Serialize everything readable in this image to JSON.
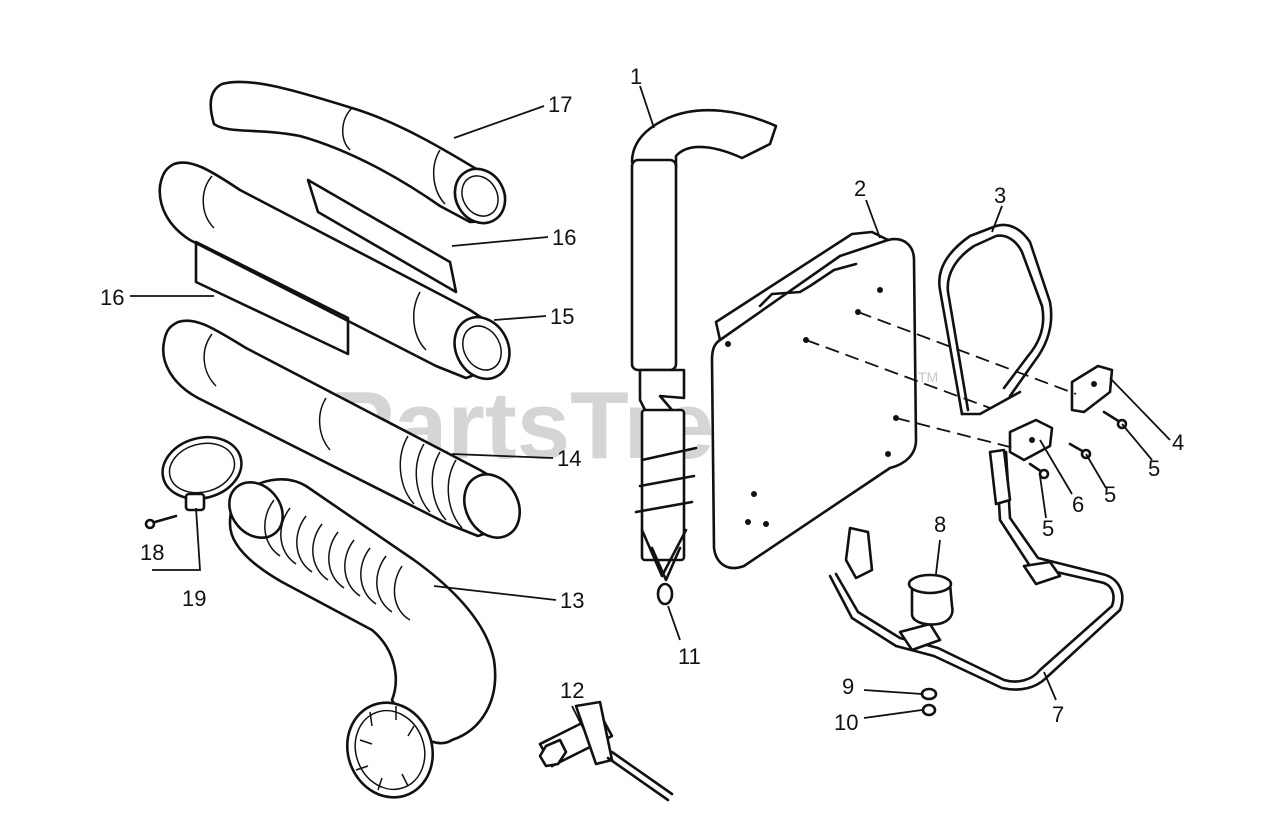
{
  "watermark": {
    "text": "PartsTree",
    "trademark": "TM"
  },
  "callouts": [
    {
      "id": "c1",
      "label": "1"
    },
    {
      "id": "c2",
      "label": "2"
    },
    {
      "id": "c3",
      "label": "3"
    },
    {
      "id": "c4",
      "label": "4"
    },
    {
      "id": "c5a",
      "label": "5"
    },
    {
      "id": "c5b",
      "label": "5"
    },
    {
      "id": "c5c",
      "label": "5"
    },
    {
      "id": "c6",
      "label": "6"
    },
    {
      "id": "c7",
      "label": "7"
    },
    {
      "id": "c8",
      "label": "8"
    },
    {
      "id": "c9",
      "label": "9"
    },
    {
      "id": "c10",
      "label": "10"
    },
    {
      "id": "c11",
      "label": "11"
    },
    {
      "id": "c12",
      "label": "12"
    },
    {
      "id": "c13",
      "label": "13"
    },
    {
      "id": "c14",
      "label": "14"
    },
    {
      "id": "c15",
      "label": "15"
    },
    {
      "id": "c16a",
      "label": "16"
    },
    {
      "id": "c16b",
      "label": "16"
    },
    {
      "id": "c17",
      "label": "17"
    },
    {
      "id": "c18",
      "label": "18"
    },
    {
      "id": "c19",
      "label": "19"
    }
  ]
}
